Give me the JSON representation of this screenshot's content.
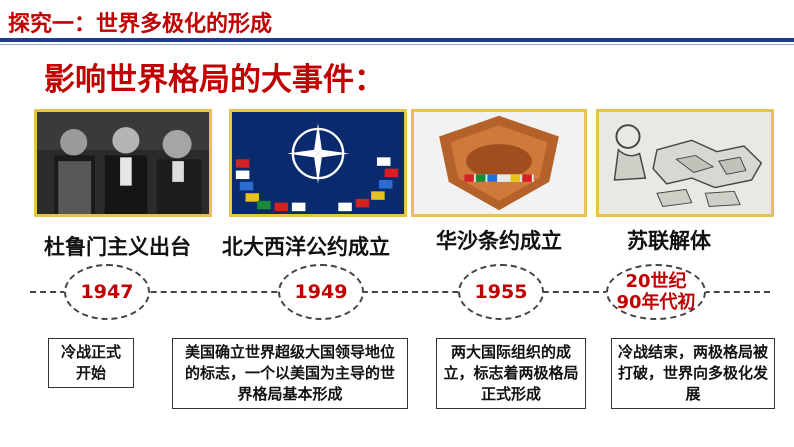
{
  "header": {
    "title": "探究一：世界多极化的形成"
  },
  "subtitle": "影响世界格局的大事件：",
  "events": [
    {
      "label": "杜鲁门主义出台",
      "year": "1947",
      "description": "冷战正式开始"
    },
    {
      "label": "北大西洋公约成立",
      "year": "1949",
      "description": "美国确立世界超级大国领导地位的标志，一个以美国为主导的世界格局基本形成"
    },
    {
      "label": "华沙条约成立",
      "year": "1955",
      "description": "两大国际组织的成立，标志着两极格局正式形成"
    },
    {
      "label": "苏联解体",
      "year": "20世纪90年代初",
      "description": "冷战结束，两极格局被打破，世界向多极化发展"
    }
  ],
  "colors": {
    "accent": "#c00000",
    "rule": "#1f3b8c",
    "frame": "#e8c24a"
  }
}
